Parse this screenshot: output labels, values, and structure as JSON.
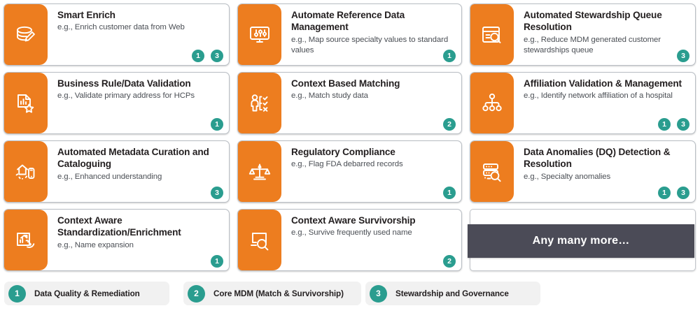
{
  "theme": {
    "orange": "#ED7D1F",
    "teal": "#2A9D8F",
    "dark_bar": "#4B4B57",
    "card_border": "#B9BEC4",
    "title_color": "#231F20",
    "sub_color": "#4B4F55",
    "legend_pill_bg": "#F1F1F1"
  },
  "cards": [
    {
      "id": "smart-enrich",
      "icon": "database-edit-icon",
      "title": "Smart Enrich",
      "subtitle": "e.g., Enrich customer data from Web",
      "badges": [
        "1",
        "3"
      ]
    },
    {
      "id": "automate-reference-data-management",
      "icon": "monitor-sliders-icon",
      "title": "Automate Reference Data Management",
      "subtitle": "e.g., Map source specialty values to standard values",
      "badges": [
        "1"
      ]
    },
    {
      "id": "automated-stewardship-queue-resolution",
      "icon": "document-search-icon",
      "title": "Automated Stewardship Queue Resolution",
      "subtitle": "e.g., Reduce MDM generated customer stewardships queue",
      "badges": [
        "3"
      ]
    },
    {
      "id": "business-rule-data-validation",
      "icon": "document-chart-star-icon",
      "title": "Business Rule/Data Validation",
      "subtitle": "e.g., Validate primary address for HCPs",
      "badges": [
        "1"
      ]
    },
    {
      "id": "context-based-matching",
      "icon": "person-checklist-icon",
      "title": "Context Based Matching",
      "subtitle": "e.g., Match study data",
      "badges": [
        "2"
      ]
    },
    {
      "id": "affiliation-validation-management",
      "icon": "hierarchy-network-icon",
      "title": "Affiliation Validation & Management",
      "subtitle": "e.g., Identify network affiliation of a hospital",
      "badges": [
        "1",
        "3"
      ]
    },
    {
      "id": "automated-metadata-curation-and-cataloguing",
      "icon": "house-mobile-icon",
      "title": "Automated Metadata Curation and Cataloguing",
      "subtitle": "e.g., Enhanced understanding",
      "badges": [
        "3"
      ]
    },
    {
      "id": "regulatory-compliance",
      "icon": "balance-scale-icon",
      "title": "Regulatory Compliance",
      "subtitle": "e.g., Flag FDA debarred records",
      "badges": [
        "1"
      ]
    },
    {
      "id": "data-anomalies-dq-detection-resolution",
      "icon": "server-search-icon",
      "title": "Data Anomalies (DQ) Detection & Resolution",
      "subtitle": "e.g., Specialty anomalies",
      "badges": [
        "1",
        "3"
      ]
    },
    {
      "id": "context-aware-standardization-enrichment",
      "icon": "hand-trend-icon",
      "title": "Context Aware Standardization/Enrichment",
      "subtitle": "e.g., Name expansion",
      "badges": [
        "1"
      ]
    },
    {
      "id": "context-aware-survivorship",
      "icon": "screen-search-icon",
      "title": "Context Aware Survivorship",
      "subtitle": "e.g., Survive frequently used name",
      "badges": [
        "2"
      ]
    }
  ],
  "more_card": {
    "label": "Any many more…"
  },
  "legend": [
    {
      "badge": "1",
      "label": "Data Quality & Remediation"
    },
    {
      "badge": "2",
      "label": "Core MDM (Match & Survivorship)"
    },
    {
      "badge": "3",
      "label": "Stewardship and Governance"
    }
  ]
}
